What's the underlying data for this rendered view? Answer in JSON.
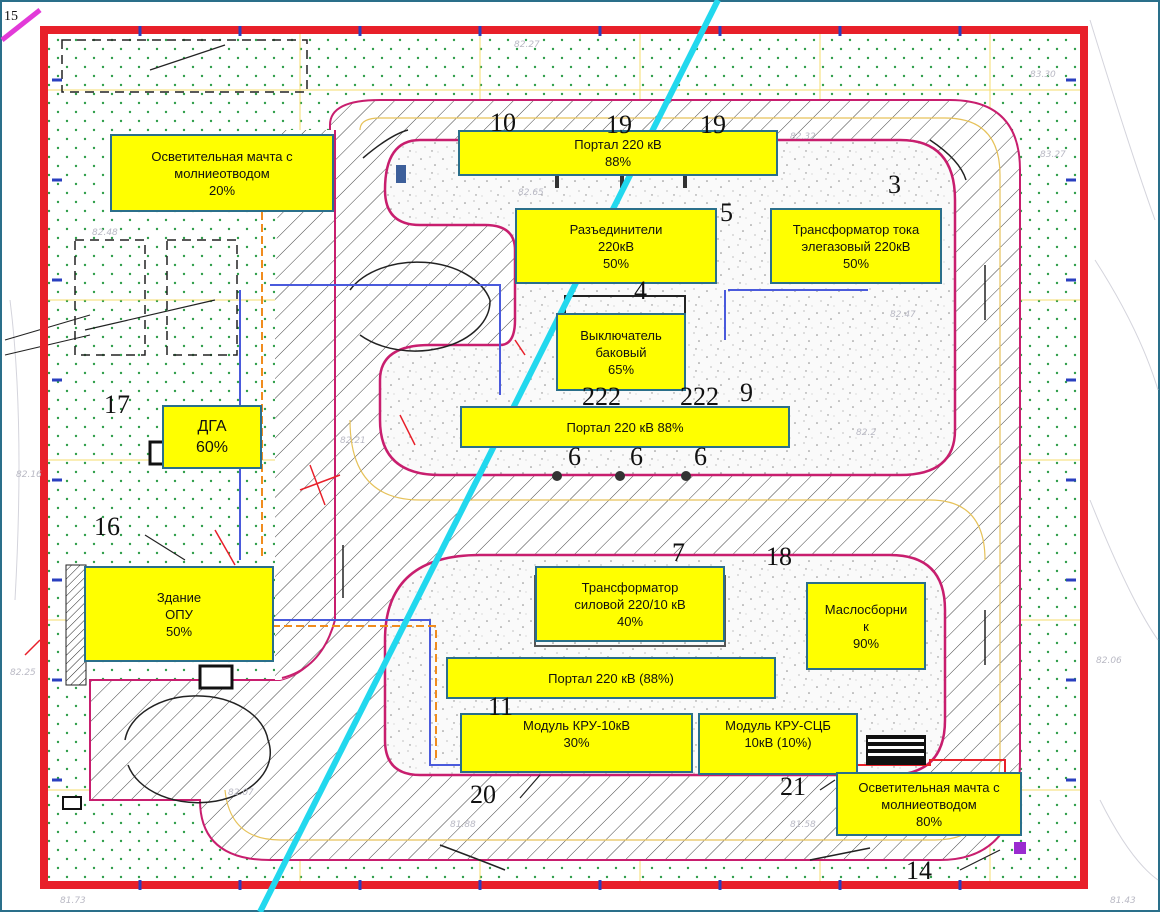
{
  "labels": {
    "mast_nw": {
      "line1": "Осветительная мачта с",
      "line2": "молниеотводом",
      "pct": "20%"
    },
    "portal_top": {
      "line1": "Портал 220 кВ",
      "pct": "88%"
    },
    "disconnectors": {
      "line1": "Разъединители",
      "line2": "220кВ",
      "pct": "50%"
    },
    "current_transformer": {
      "line1": "Трансформатор тока",
      "line2": "элегазовый 220кВ",
      "pct": "50%"
    },
    "breaker": {
      "line1": "Выключатель",
      "line2": "баковый",
      "pct": "65%"
    },
    "dga": {
      "line1": "ДГА",
      "pct": "60%"
    },
    "portal_mid": {
      "text": "Портал 220 кВ 88%"
    },
    "opu": {
      "line1": "Здание",
      "line2": "ОПУ",
      "pct": "50%"
    },
    "power_transformer": {
      "line1": "Трансформатор",
      "line2": "силовой 220/10 кВ",
      "pct": "40%"
    },
    "oil_tank": {
      "line1": "Маслосборни",
      "line2": "к",
      "pct": "90%"
    },
    "portal_low": {
      "text": "Портал 220 кВ (88%)"
    },
    "kru_module": {
      "line1": "Модуль КРУ-10кВ",
      "pct": "30%"
    },
    "kru_sdb_module": {
      "line1": "Модуль КРУ-СЦБ",
      "line2": "10кВ  (10%)"
    },
    "mast_se": {
      "line1": "Осветительная мачта с",
      "line2": "молниеотводом",
      "pct": "80%"
    }
  },
  "numbers": {
    "n10": "10",
    "n19a": "19",
    "n19b": "19",
    "n3": "3",
    "n5": "5",
    "n4": "4",
    "n22": "222",
    "n22b": "222",
    "n9": "9",
    "n6a": "6",
    "n6b": "6",
    "n6c": "6",
    "n17": "17",
    "n16": "16",
    "n7": "7",
    "n18": "18",
    "n11": "11",
    "n20": "20",
    "n21": "21",
    "n14": "14",
    "n15": "15"
  },
  "elevations": {
    "e1": "82.27",
    "e2": "83.30",
    "e3": "82.32",
    "e4": "83.27",
    "e5": "82.65",
    "e6": "82.48",
    "e7": "82.47",
    "e8": "82.2",
    "e9": "82.16",
    "e10": "82.21",
    "e11": "82.06",
    "e12": "82.07",
    "e13": "81.88",
    "e14": "81.58",
    "e15": "81.43",
    "e16": "81.73",
    "e17": "82.25"
  },
  "colors": {
    "fence": "#e8202a",
    "road": "#c81e6e",
    "cable": "#4a5adc",
    "cable_orange": "#f08c1e",
    "line_cyan": "#22d8ee",
    "grass_dot": "#2f9e4a",
    "label_bg": "#ffff00",
    "label_border": "#2a6f8a"
  }
}
